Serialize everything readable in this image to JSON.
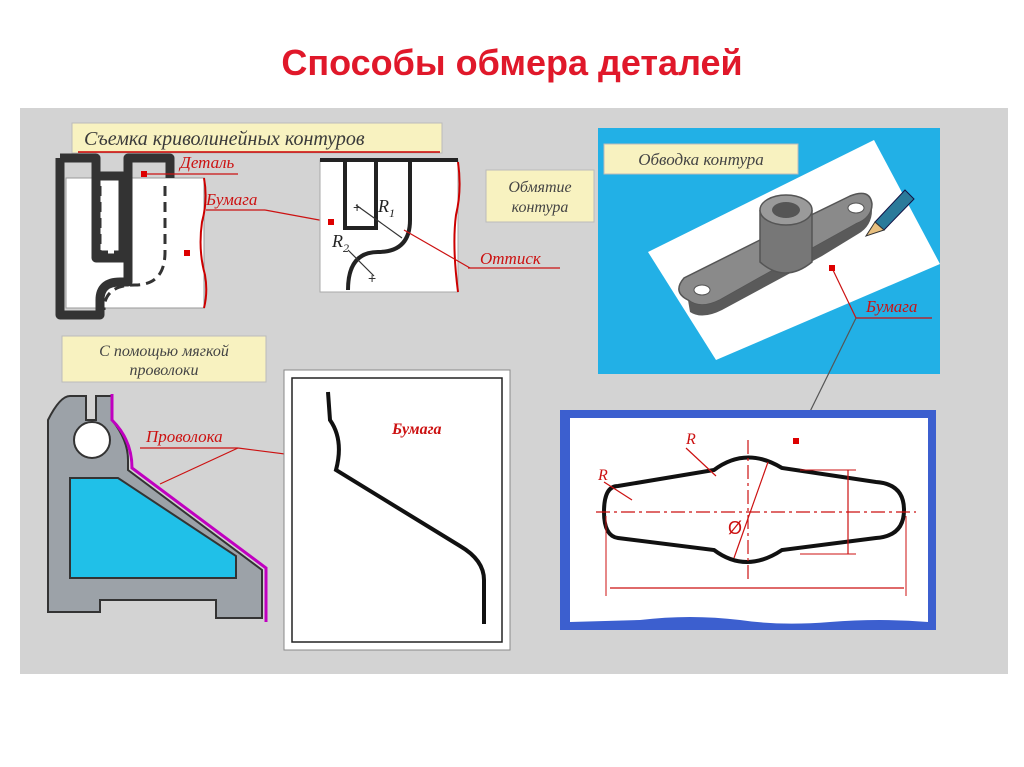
{
  "title": "Способы обмера деталей",
  "labels": {
    "curved_contours": "Съемка криволинейных контуров",
    "part": "Деталь",
    "paper_top": "Бумага",
    "wrapping": [
      "Обмятие",
      "контура"
    ],
    "imprint": "Оттиск",
    "r1_letter": "R",
    "r1_sub": "1",
    "r2_letter": "R",
    "r2_sub": "2",
    "tracing": "Обводка контура",
    "paper_right": "Бумага",
    "soft_wire": [
      "С помощью мягкой",
      "проволоки"
    ],
    "wire": "Проволока",
    "paper_sheet": "Бумага",
    "r_top": "R",
    "r_left": "R",
    "diameter": "Ø"
  },
  "colors": {
    "title": "#e0182a",
    "panel": "#d3d3d3",
    "label_bg": "#f8f2c0",
    "leader": "#d42020",
    "sky": "#22b0e6",
    "cyan_fill": "#20c0e8",
    "frame_blue": "#3c5fcf",
    "outline_magenta": "#c000c0"
  }
}
